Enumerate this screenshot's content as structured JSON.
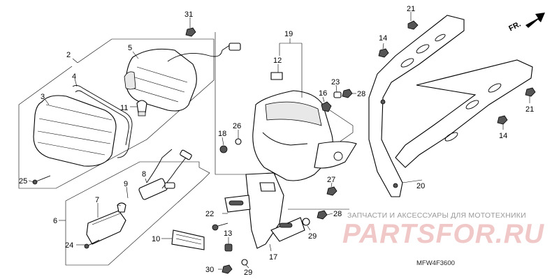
{
  "diagram": {
    "callouts": {
      "c2": "2",
      "c3": "3",
      "c4": "4",
      "c5": "5",
      "c6": "6",
      "c7": "7",
      "c8": "8",
      "c9": "9",
      "c10": "10",
      "c11": "11",
      "c12": "12",
      "c13": "13",
      "c14a": "14",
      "c14b": "14",
      "c16": "16",
      "c17": "17",
      "c18": "18",
      "c19": "19",
      "c20": "20",
      "c21a": "21",
      "c21b": "21",
      "c22": "22",
      "c23": "23",
      "c24": "24",
      "c25": "25",
      "c26": "26",
      "c27": "27",
      "c28a": "28",
      "c28b": "28",
      "c29a": "29",
      "c29b": "29",
      "c30": "30",
      "c31": "31"
    },
    "direction_label": "FR.",
    "watermark_line": "ЗАПЧАСТИ И АКСЕССУАРЫ ДЛЯ МОТОТЕХНИКИ",
    "watermark_brand": "PARTSFOR.RU",
    "diagram_code": "MFW4F3600"
  }
}
